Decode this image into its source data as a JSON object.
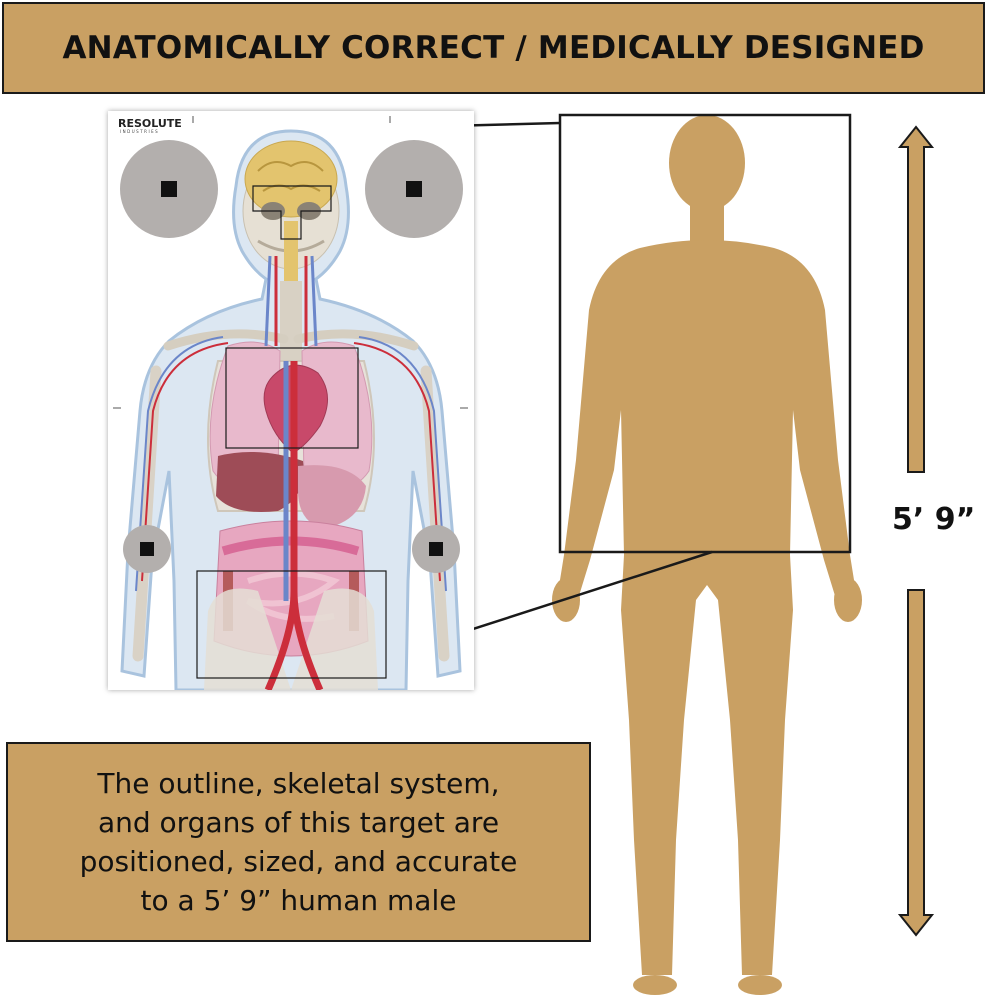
{
  "banner": {
    "title": "ANATOMICALLY CORRECT / MEDICALLY DESIGNED"
  },
  "target": {
    "brand": "RESOLUTE",
    "brand_sub": "INDUSTRIES"
  },
  "note": {
    "lines": [
      "The outline, skeletal system,",
      "and organs of this target are",
      "positioned, sized, and accurate",
      "to a 5’ 9” human male"
    ]
  },
  "height": {
    "label": "5’ 9”"
  },
  "colors": {
    "tan": "#C9A063",
    "silhouette": "#C9A063",
    "outline": "#1a1a1a",
    "gray_circle": "#B3AFAD"
  },
  "icons": [
    "double-arrow-icon"
  ]
}
